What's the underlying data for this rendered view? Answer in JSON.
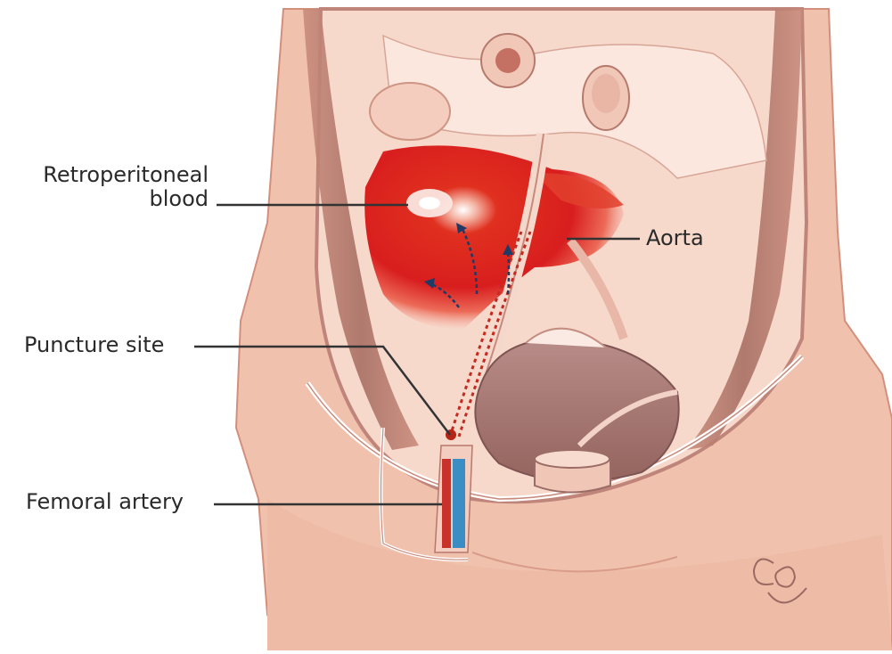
{
  "labels": {
    "retroperitoneal": [
      "Retroperitoneal",
      "blood"
    ],
    "aorta": "Aorta",
    "puncture_site": "Puncture site",
    "femoral_artery": "Femoral artery"
  },
  "signature": "Co",
  "colors": {
    "skin": "#f2c7b4",
    "skin_light": "#f8dccf",
    "skin_dark": "#d99a86",
    "cavity_wall": "#b97f72",
    "blood": "#d81e1e",
    "blood_light": "#ef5f50",
    "artery": "#c9322a",
    "vein": "#3a8ec4",
    "bladder": "#a57a77",
    "leader": "#333333",
    "arrow": "#1f3a64"
  }
}
